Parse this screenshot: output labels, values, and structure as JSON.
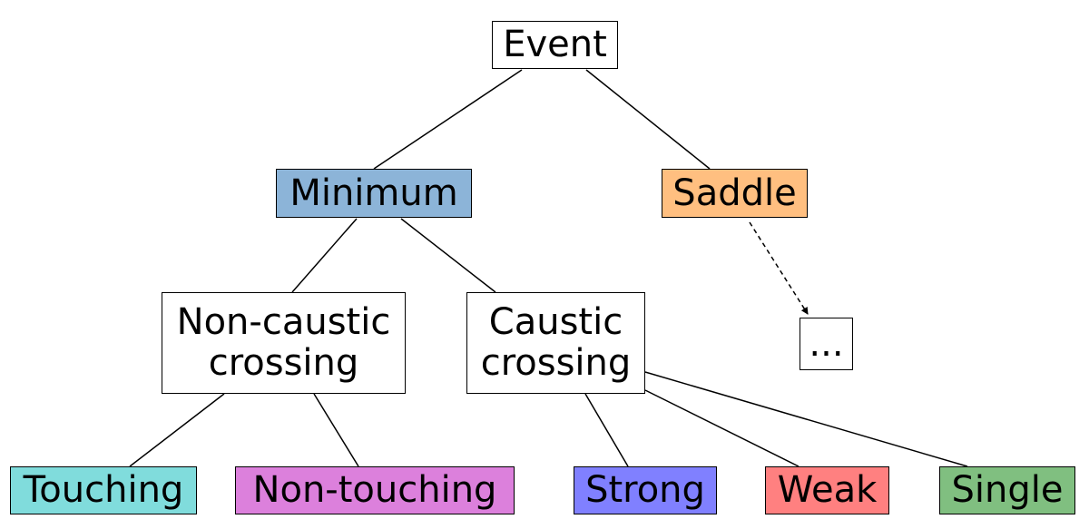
{
  "nodes": {
    "event": "Event",
    "minimum": "Minimum",
    "saddle": "Saddle",
    "non_caustic": "Non-caustic\ncrossing",
    "caustic": "Caustic\ncrossing",
    "ellipsis": "...",
    "touching": "Touching",
    "non_touching": "Non-touching",
    "strong": "Strong",
    "weak": "Weak",
    "single": "Single"
  },
  "colors": {
    "minimum": "#8cb4d8",
    "saddle": "#ffbf80",
    "touching": "#80dcdc",
    "non_touching": "#dc80dc",
    "strong": "#8080ff",
    "weak": "#ff8080",
    "single": "#80bf80"
  }
}
